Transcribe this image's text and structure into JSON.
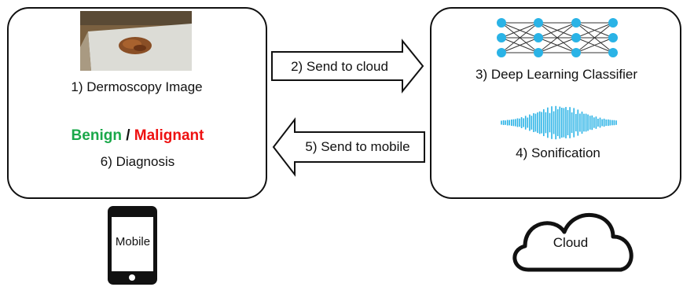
{
  "mobile_side": {
    "step1": "1) Dermoscopy Image",
    "benign": "Benign",
    "separator": "/",
    "malignant": "Malignant",
    "step6": "6) Diagnosis",
    "device_label": "Mobile"
  },
  "cloud_side": {
    "step3": "3) Deep Learning Classifier",
    "step4": "4) Sonification",
    "cloud_label": "Cloud"
  },
  "arrows": {
    "to_cloud": "2) Send to cloud",
    "to_mobile": "5) Send to mobile"
  },
  "colors": {
    "benign": "#1aa84a",
    "malignant": "#ee1111",
    "network": "#2ab3e6",
    "waveform": "#2ab3e6"
  }
}
